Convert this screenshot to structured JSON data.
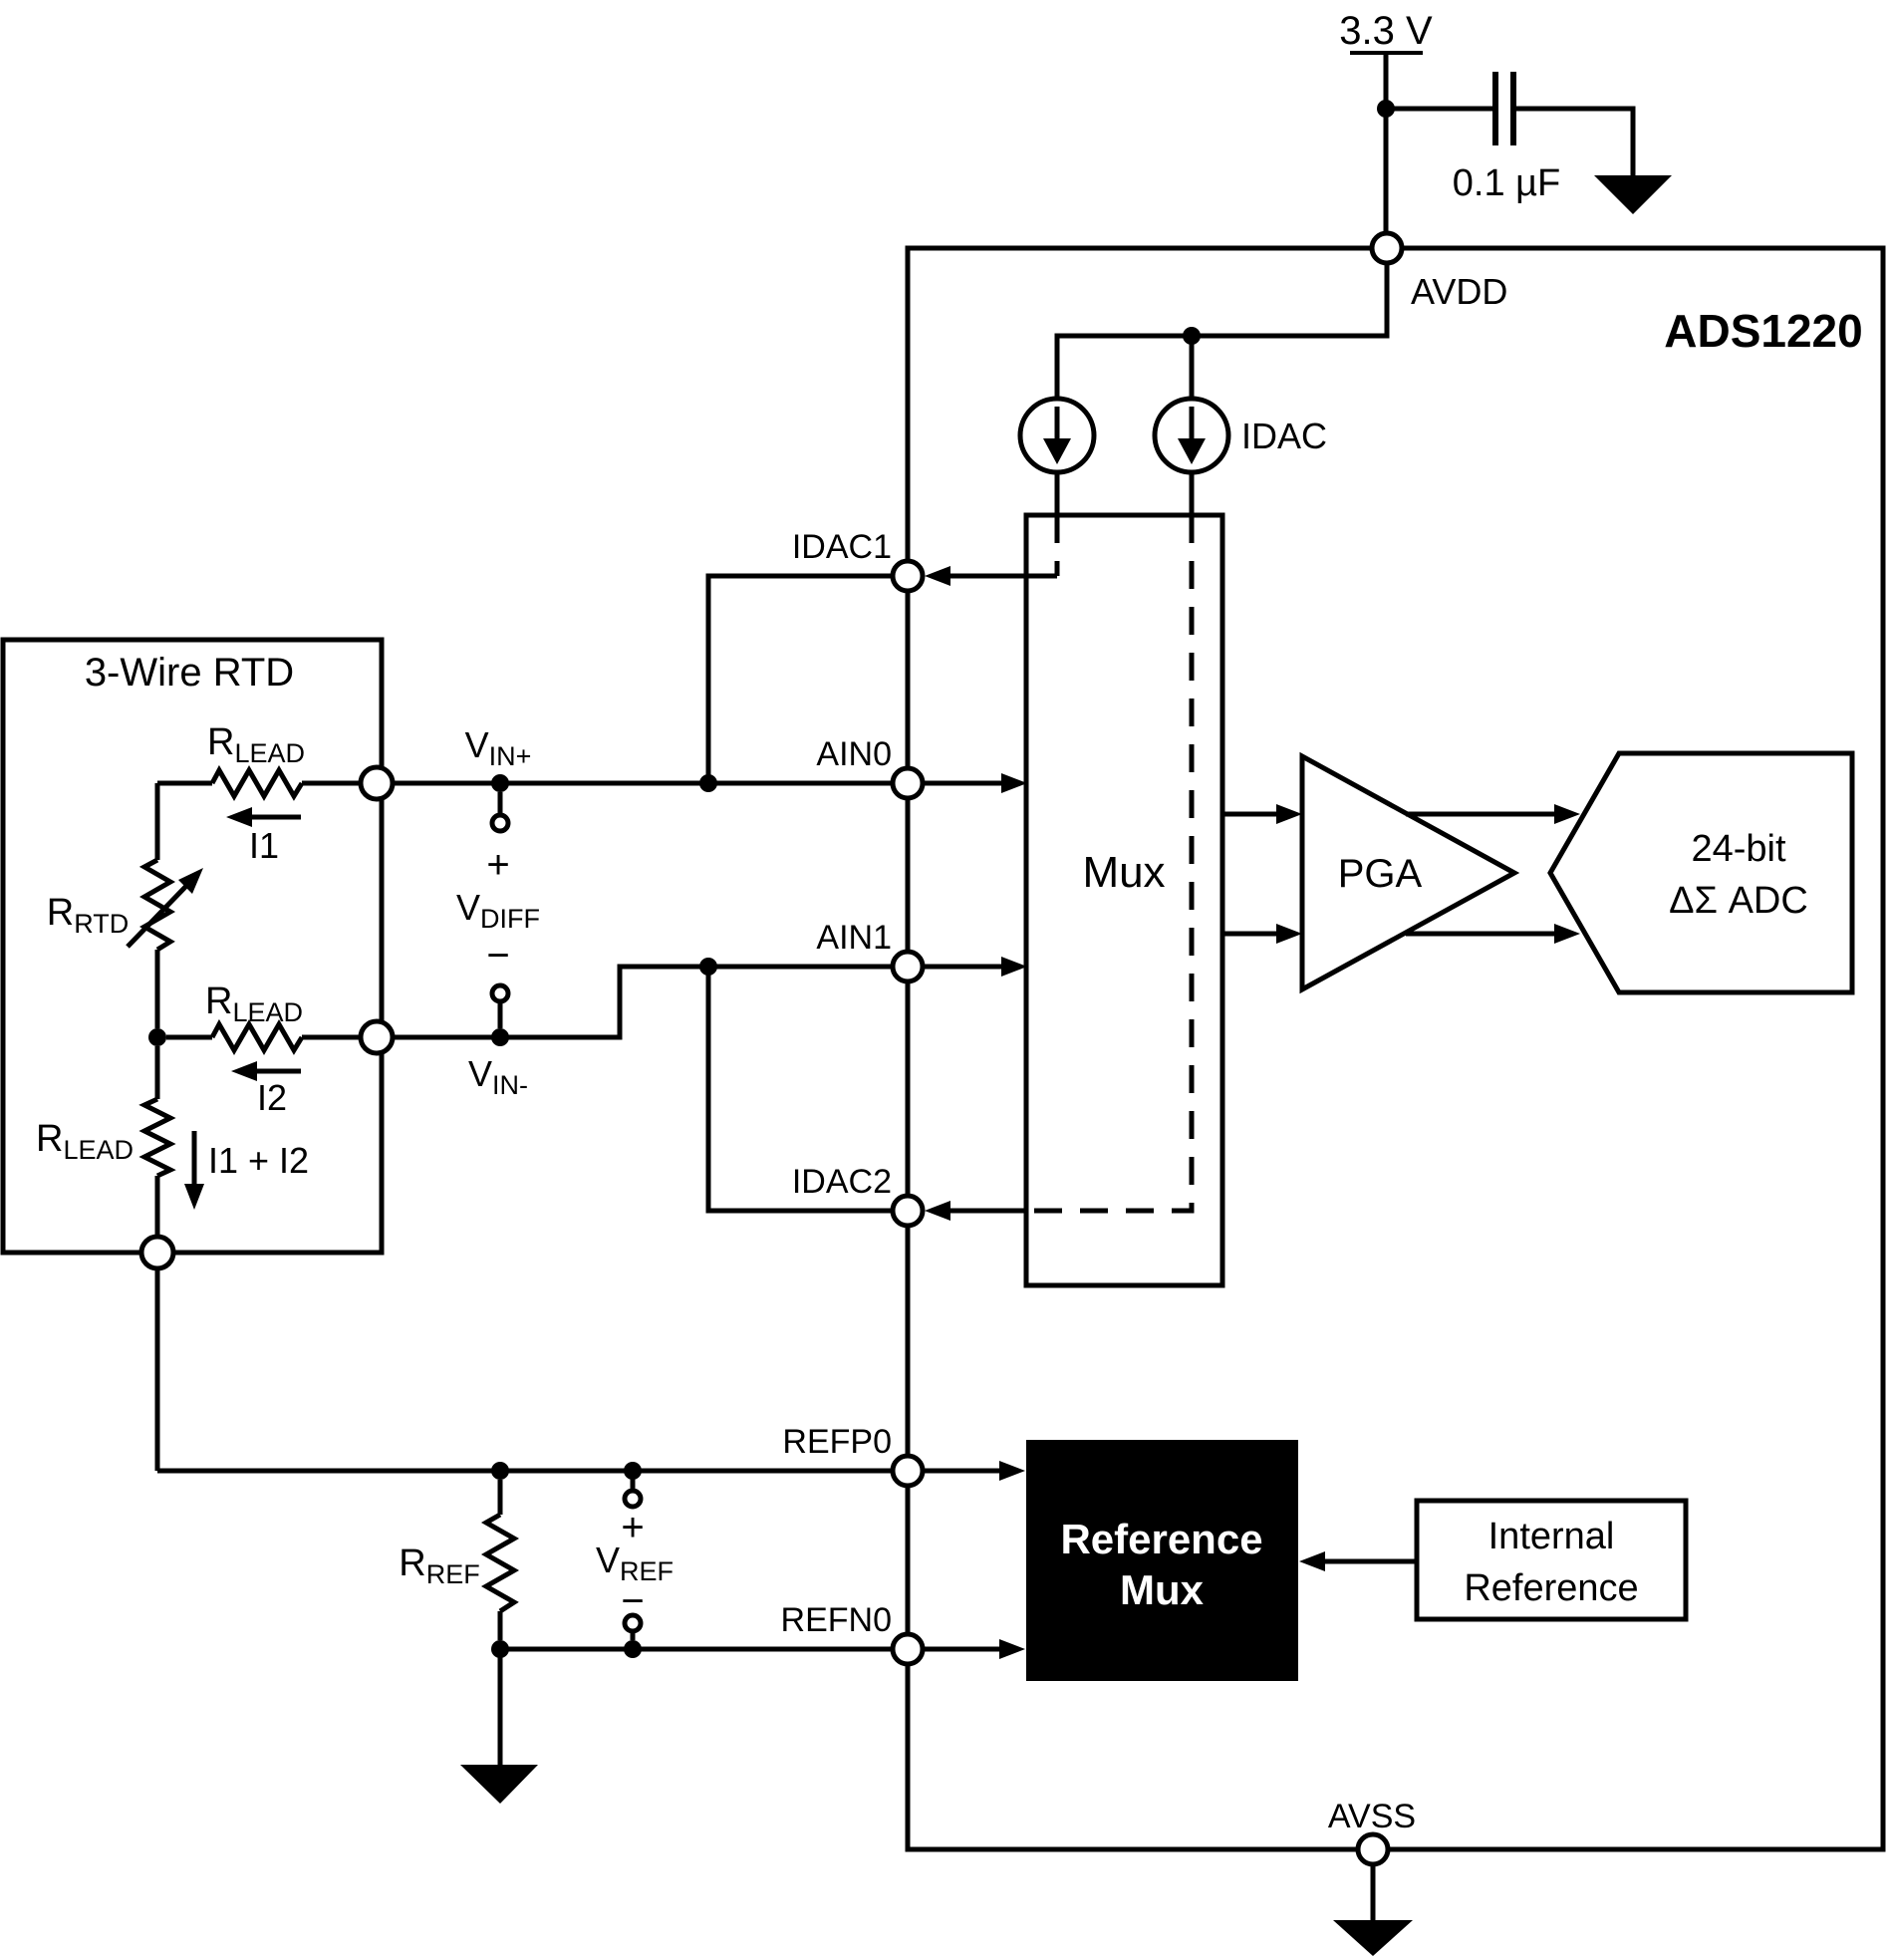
{
  "supply": {
    "voltage_label": "3.3 V",
    "cap_label": "0.1 µF"
  },
  "chip": {
    "name": "ADS1220",
    "avdd": "AVDD",
    "avss": "AVSS",
    "idac_label": "IDAC",
    "pin_idac1": "IDAC1",
    "pin_ain0": "AIN0",
    "pin_ain1": "AIN1",
    "pin_idac2": "IDAC2",
    "pin_refp0": "REFP0",
    "pin_refn0": "REFN0",
    "mux": "Mux",
    "pga": "PGA",
    "adc_line1": "24-bit",
    "adc_line2": "ΔΣ ADC",
    "refmux_line1": "Reference",
    "refmux_line2": "Mux",
    "intref_line1": "Internal",
    "intref_line2": "Reference"
  },
  "rtd": {
    "title": "3-Wire RTD",
    "r_lead_main": "R",
    "r_lead_sub": "LEAD",
    "r_rtd_main": "R",
    "r_rtd_sub": "RTD",
    "i1": "I1",
    "i2": "I2",
    "i_sum": "I1 + I2"
  },
  "nets": {
    "vin_p_main": "V",
    "vin_p_sub": "IN+",
    "vin_n_main": "V",
    "vin_n_sub": "IN-",
    "vdiff_main": "V",
    "vdiff_sub": "DIFF",
    "vref_main": "V",
    "vref_sub": "REF",
    "r_ref_main": "R",
    "r_ref_sub": "REF",
    "plus": "+",
    "minus": "−"
  },
  "colors": {
    "ink": "#000000",
    "paper": "#ffffff",
    "refmux_fill": "#000000",
    "refmux_text": "#ffffff"
  }
}
